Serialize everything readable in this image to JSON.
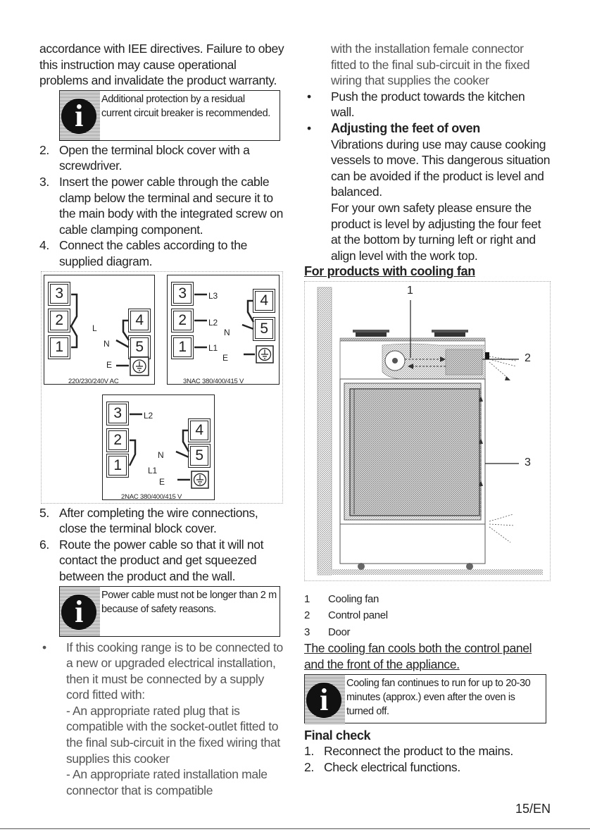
{
  "left": {
    "intro": "accordance with IEE directives. Failure to obey this instruction may cause operational problems and invalidate the product warranty.",
    "info1": "Additional protection by a residual current circuit breaker is recommended.",
    "steps_a": [
      {
        "n": "2.",
        "t": "Open the terminal block cover with a screwdriver."
      },
      {
        "n": "3.",
        "t": "Insert the power cable through the cable clamp below the terminal and secure it to the main body with the integrated screw on cable clamping component."
      },
      {
        "n": "4.",
        "t": "Connect the cables according to the supplied diagram."
      }
    ],
    "diagram": {
      "b1": {
        "caption": "220/230/240V AC",
        "labels": {
          "L": "L",
          "N": "N",
          "E": "E"
        }
      },
      "b2": {
        "caption": "3NAC 380/400/415 V",
        "labels": {
          "L3": "L3",
          "L2": "L2",
          "N": "N",
          "L1": "L1",
          "E": "E"
        }
      },
      "b3": {
        "caption": "2NAC 380/400/415 V",
        "labels": {
          "L2": "L2",
          "N": "N",
          "L1": "L1",
          "E": "E"
        }
      },
      "terminals": [
        "1",
        "2",
        "3",
        "4",
        "5"
      ]
    },
    "steps_b": [
      {
        "n": "5.",
        "t": "After completing the wire connections, close the terminal block cover."
      },
      {
        "n": "6.",
        "t": "Route the power cable so that it will not contact the product and get squeezed between the product and the wall."
      }
    ],
    "info2": "Power cable must not be longer than 2 m because of safety reasons.",
    "bullet": "If this cooking range is to be connected to a new or upgraded electrical installation, then it must be connected by a supply cord fitted with:",
    "dash1": "- An appropriate rated plug that is compatible with the socket-outlet fitted to the final sub-circuit in the fixed wiring that supplies this cooker",
    "dash2": "- An appropriate rated installation male connector that is compatible"
  },
  "right": {
    "cont": "with the installation female connector fitted to the final sub-circuit in the fixed wiring that supplies the cooker",
    "b1": "Push the product towards the kitchen wall.",
    "b2_head": "Adjusting the feet of oven",
    "b2_p1": "Vibrations during use may cause cooking vessels to move. This dangerous situation can be avoided if the product is level and balanced.",
    "b2_p2": "For your own safety please ensure the product is level by adjusting the four feet at the bottom by turning left or right and align level with the work top.",
    "fan_head": "For products with cooling fan",
    "callouts": [
      "1",
      "2",
      "3"
    ],
    "legend": [
      {
        "n": "1",
        "t": "Cooling fan"
      },
      {
        "n": "2",
        "t": "Control panel"
      },
      {
        "n": "3",
        "t": "Door"
      }
    ],
    "fan_text": "The cooling fan cools both the control panel and the front of the appliance.",
    "info3": "Cooling fan continues to run for up to 20-30 minutes (approx.) even after the oven is turned off.",
    "final_head": "Final check",
    "final_steps": [
      {
        "n": "1.",
        "t": "Reconnect the product to the mains."
      },
      {
        "n": "2.",
        "t": "Check electrical functions."
      }
    ]
  },
  "page_number": "15/EN",
  "icon": "info-icon",
  "info_icon_letter": "i"
}
